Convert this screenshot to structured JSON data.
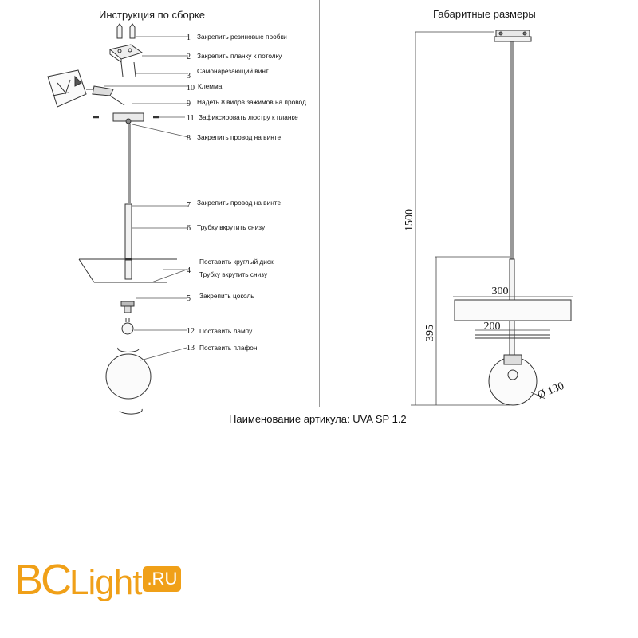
{
  "left_panel": {
    "title": "Инструкция по сборке",
    "steps": [
      {
        "num": "1",
        "text": "Закрепить резиновые пробки"
      },
      {
        "num": "2",
        "text": "Закрепить планку к потолку"
      },
      {
        "num": "3",
        "text": "Самонарезающий винт"
      },
      {
        "num": "10",
        "text": "Клемма"
      },
      {
        "num": "9",
        "text": "Надеть 8 видов зажимов на провод"
      },
      {
        "num": "11",
        "text": "Зафиксировать люстру к планке"
      },
      {
        "num": "8",
        "text": "Закрепить провод на винте"
      },
      {
        "num": "7",
        "text": "Закрепить провод на винте"
      },
      {
        "num": "6",
        "text": "Трубку вкрутить снизу"
      },
      {
        "num": "4",
        "text": "Поставить круглый диск"
      },
      {
        "num": "",
        "text": "Трубку вкрутить снизу"
      },
      {
        "num": "5",
        "text": "Закрепить цоколь"
      },
      {
        "num": "12",
        "text": "Поставить лампу"
      },
      {
        "num": "13",
        "text": "Поставить плафон"
      }
    ]
  },
  "right_panel": {
    "title": "Габаритные размеры",
    "dimensions": {
      "total_height": "1500",
      "lamp_height": "395",
      "disc_outer": "300",
      "disc_inner": "200",
      "shade_diameter": "Ø 130"
    }
  },
  "article": "Наименование артикула: UVA SP 1.2",
  "logo": {
    "part1": "BC",
    "part2": "Light",
    "part3": ".RU",
    "color": "#f0a018"
  }
}
